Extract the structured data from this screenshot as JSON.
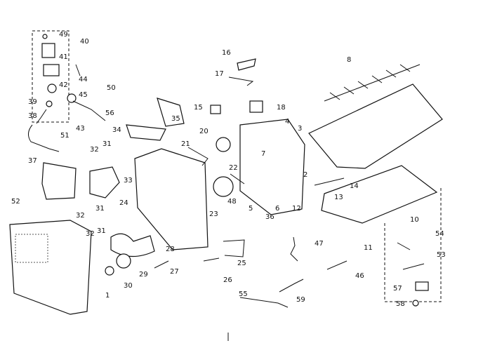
{
  "part_numbers": [
    "49",
    "40",
    "41",
    "44",
    "42",
    "39",
    "45",
    "38",
    "43",
    "50",
    "56",
    "51",
    "37",
    "34",
    "32",
    "31",
    "35",
    "33",
    "52",
    "31",
    "32",
    "24",
    "32",
    "31",
    "28",
    "29",
    "30",
    "27",
    "1",
    "16",
    "17",
    "15",
    "18",
    "20",
    "21",
    "22",
    "23",
    "48",
    "7",
    "4",
    "5",
    "36",
    "6",
    "12",
    "2",
    "3",
    "8",
    "14",
    "13",
    "10",
    "11",
    "54",
    "53",
    "57",
    "58",
    "47",
    "46",
    "25",
    "26",
    "55",
    "59"
  ]
}
